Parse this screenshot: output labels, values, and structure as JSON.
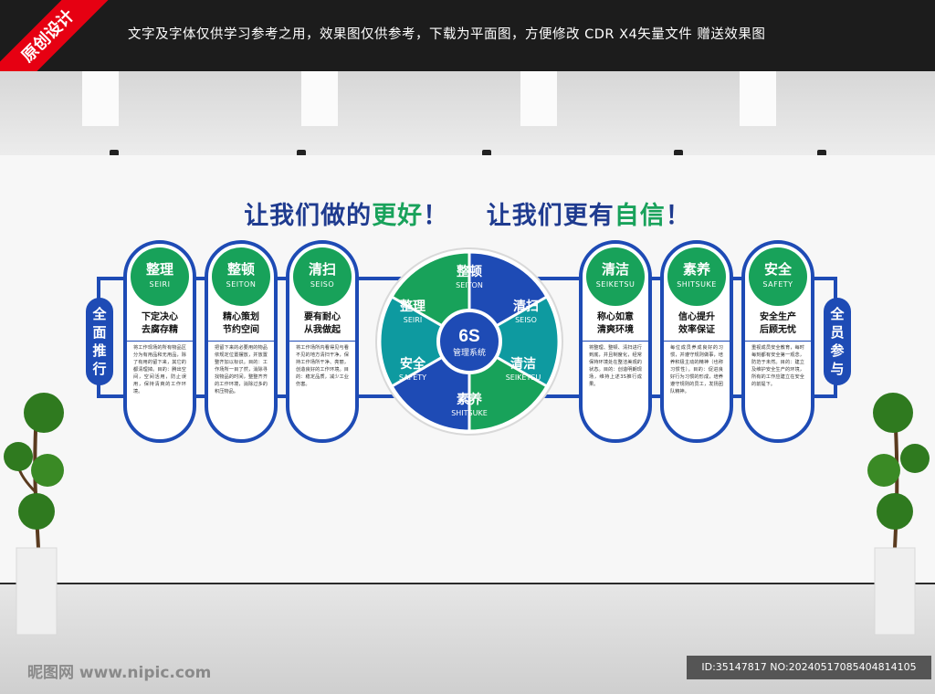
{
  "banner": {
    "ribbon": "原创设计",
    "top_text": "文字及字体仅供学习参考之用，效果图仅供参考，下载为平面图，方便修改    CDR X4矢量文件  赠送效果图"
  },
  "headline": {
    "part1": "让我们做的",
    "part1_green": "更好",
    "part1_end": "！",
    "part2": "让我们更有",
    "part2_green": "自信",
    "part2_end": "！"
  },
  "side": {
    "left": "全面推行",
    "right": "全员参与"
  },
  "cards": [
    {
      "title": "整理",
      "sub": "SEIRI",
      "slogan1": "下定决心",
      "slogan2": "去腐存精",
      "desc": "将工作现场的所有物品区分为有用品和无用品，除了有用的留下来，其它的都清理掉。目的：腾出空间，空间活用，防止误用，保持清爽的工作环境。"
    },
    {
      "title": "整顿",
      "sub": "SEITON",
      "slogan1": "精心策划",
      "slogan2": "节约空间",
      "desc": "把留下来的必要用的物品依规定位置摆放，并放置整齐加以标识。目的：工作场所一目了然，消除寻找物品的时间，整整齐齐的工作环境，消除过多的积压物品。"
    },
    {
      "title": "清扫",
      "sub": "SEISO",
      "slogan1": "要有耐心",
      "slogan2": "从我做起",
      "desc": "将工作场所内看得见与看不见的地方清扫干净，保持工作场所干净、亮丽，创造良好的工作环境。目的：稳定品质，减少工业伤害。"
    },
    {
      "title": "清洁",
      "sub": "SEIKETSU",
      "slogan1": "称心如意",
      "slogan2": "清爽环境",
      "desc": "将整理、整顿、清扫进行到底，并且制度化，经常保持环境处在整洁美观的状态。目的：创造明朗现场，维持上述3S推行成果。"
    },
    {
      "title": "素养",
      "sub": "SHITSUKE",
      "slogan1": "信心提升",
      "slogan2": "效率保证",
      "desc": "每位成员养成良好的习惯，并遵守规则做事，培养积极主动的精神（也称习惯性）。目的：促进良好行为习惯的形成，培养遵守规则的员工，发扬团队精神。"
    },
    {
      "title": "安全",
      "sub": "SAFETY",
      "slogan1": "安全生产",
      "slogan2": "后顾无忧",
      "desc": "重视成员安全教育，每时每刻都有安全第一观念，防范于未然。目的：建立及维护安全生产的环境，所有的工作应建立在安全的前提下。"
    }
  ],
  "wheel": {
    "center_title": "6S",
    "center_sub": "管理系统",
    "segments": [
      {
        "title": "整顿",
        "sub": "SEITON"
      },
      {
        "title": "清扫",
        "sub": "SEISO"
      },
      {
        "title": "清洁",
        "sub": "SEIKETSU"
      },
      {
        "title": "素养",
        "sub": "SHITSUKE"
      },
      {
        "title": "安全",
        "sub": "SAFETY"
      },
      {
        "title": "整理",
        "sub": "SEIRI"
      }
    ]
  },
  "footer": {
    "watermark": "昵图网  www.nipic.com",
    "id": "ID:35147817 NO:20240517085404814105"
  },
  "colors": {
    "blue": "#1e4bb5",
    "green": "#18a25a",
    "teal": "#0e9aa0",
    "red": "#e60012"
  }
}
